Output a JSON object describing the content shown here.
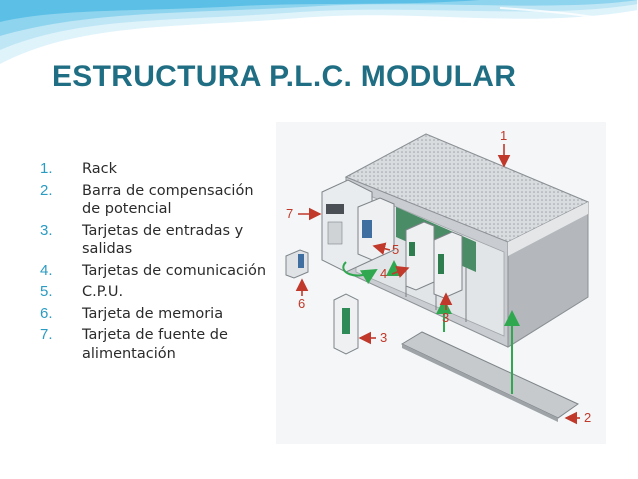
{
  "title": "ESTRUCTURA P.L.C. MODULAR",
  "items": [
    {
      "num": "1.",
      "text": "Rack"
    },
    {
      "num": "2.",
      "text": "Barra de compensación de potencial"
    },
    {
      "num": "3.",
      "text": "Tarjetas de entradas y salidas"
    },
    {
      "num": "4.",
      "text": "Tarjetas de comunicación"
    },
    {
      "num": "5.",
      "text": "C.P.U."
    },
    {
      "num": "6.",
      "text": "Tarjeta de memoria"
    },
    {
      "num": "7.",
      "text": "Tarjeta de fuente de alimentación"
    }
  ],
  "diagram": {
    "callouts": [
      "1",
      "2",
      "3",
      "3",
      "4",
      "5",
      "6",
      "7"
    ]
  },
  "colors": {
    "title": "#1f6e83",
    "number": "#2a9bc2",
    "wave_light": "#bfe6f5",
    "wave_dark": "#5cc0e6",
    "callout": "#c0392b",
    "arrow_green": "#2fa84f"
  }
}
